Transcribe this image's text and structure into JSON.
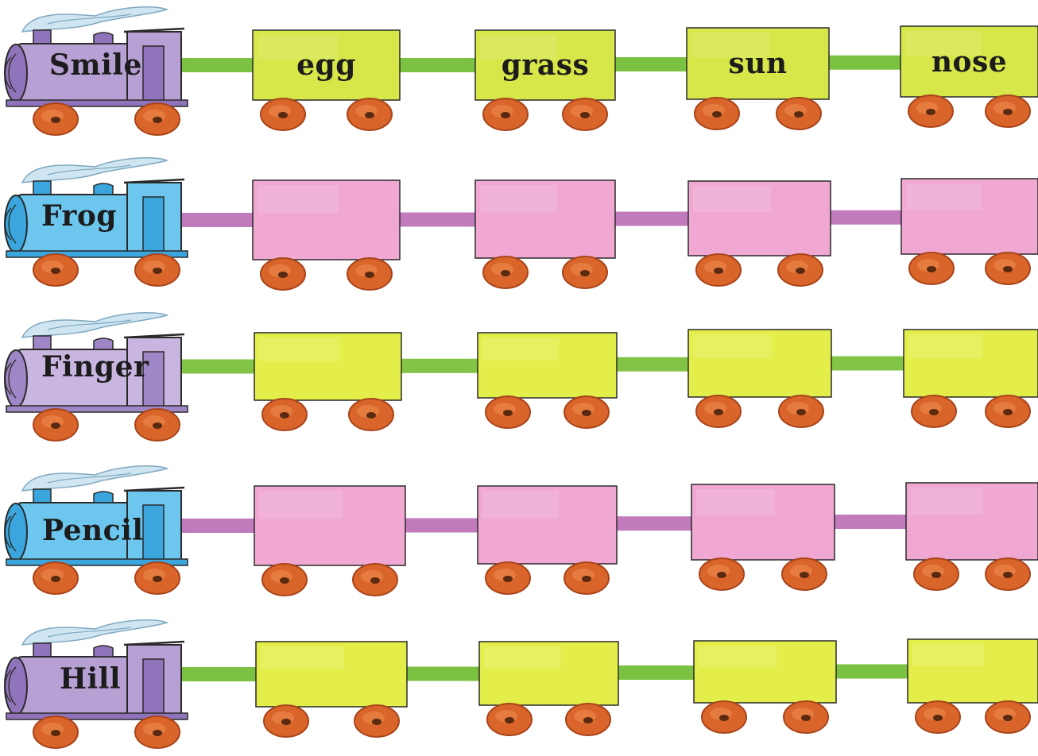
{
  "rows": [
    {
      "engine": {
        "word": "Smile",
        "body_color": "#b7a0d4",
        "body_dark": "#9074bb"
      },
      "wagon_color": "#d7e648",
      "coupler_color": "#7cc242",
      "wagons": [
        {
          "word": "egg"
        },
        {
          "word": "grass"
        },
        {
          "word": "sun"
        },
        {
          "word": "nose"
        }
      ]
    },
    {
      "engine": {
        "word": "Frog",
        "body_color": "#6cc6ee",
        "body_dark": "#3aa6dd"
      },
      "wagon_color": "#f0a8d2",
      "coupler_color": "#c17bbd",
      "wagons": [
        {
          "word": ""
        },
        {
          "word": ""
        },
        {
          "word": ""
        },
        {
          "word": ""
        }
      ]
    },
    {
      "engine": {
        "word": "Finger",
        "body_color": "#c8b5e0",
        "body_dark": "#9f86c6"
      },
      "wagon_color": "#e4ee4a",
      "coupler_color": "#82c446",
      "wagons": [
        {
          "word": ""
        },
        {
          "word": ""
        },
        {
          "word": ""
        },
        {
          "word": ""
        }
      ]
    },
    {
      "engine": {
        "word": "Pencil",
        "body_color": "#6cc6ee",
        "body_dark": "#3aa6dd"
      },
      "wagon_color": "#f0a8d2",
      "coupler_color": "#c17bbd",
      "wagons": [
        {
          "word": ""
        },
        {
          "word": ""
        },
        {
          "word": ""
        },
        {
          "word": ""
        }
      ]
    },
    {
      "engine": {
        "word": "Hill",
        "body_color": "#b7a0d4",
        "body_dark": "#9074bb"
      },
      "wagon_color": "#e4ee4a",
      "coupler_color": "#7cc242",
      "wagons": [
        {
          "word": ""
        },
        {
          "word": ""
        },
        {
          "word": ""
        },
        {
          "word": ""
        }
      ]
    }
  ],
  "colors": {
    "wheel": "#d9652a",
    "wheel_dark": "#a9441a",
    "hub": "#5a2a10",
    "outline": "#2a2a2a",
    "smoke": "#cfe6f2"
  }
}
